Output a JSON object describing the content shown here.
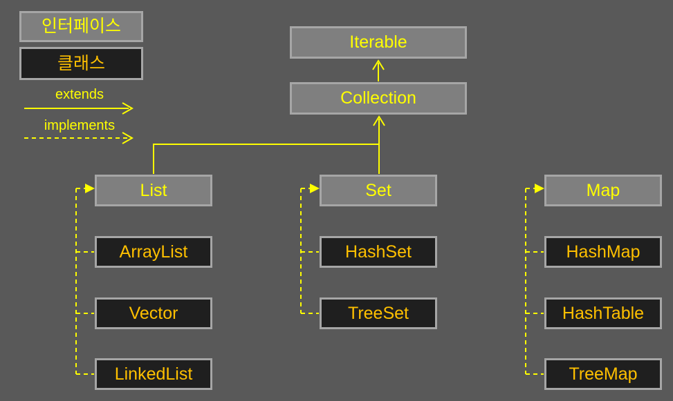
{
  "diagram": {
    "legend": {
      "interface_label": "인터페이스",
      "class_label": "클래스",
      "extends_label": "extends",
      "implements_label": "implements"
    },
    "nodes": {
      "iterable": {
        "label": "Iterable",
        "kind": "interface"
      },
      "collection": {
        "label": "Collection",
        "kind": "interface"
      },
      "list": {
        "label": "List",
        "kind": "interface"
      },
      "set": {
        "label": "Set",
        "kind": "interface"
      },
      "map": {
        "label": "Map",
        "kind": "interface"
      },
      "arraylist": {
        "label": "ArrayList",
        "kind": "class"
      },
      "vector": {
        "label": "Vector",
        "kind": "class"
      },
      "linkedlist": {
        "label": "LinkedList",
        "kind": "class"
      },
      "hashset": {
        "label": "HashSet",
        "kind": "class"
      },
      "treeset": {
        "label": "TreeSet",
        "kind": "class"
      },
      "hashmap": {
        "label": "HashMap",
        "kind": "class"
      },
      "hashtable": {
        "label": "HashTable",
        "kind": "class"
      },
      "treemap": {
        "label": "TreeMap",
        "kind": "class"
      }
    },
    "edges": [
      {
        "from": "Collection",
        "to": "Iterable",
        "type": "extends"
      },
      {
        "from": "List",
        "to": "Collection",
        "type": "extends"
      },
      {
        "from": "Set",
        "to": "Collection",
        "type": "extends"
      },
      {
        "from": "ArrayList",
        "to": "List",
        "type": "implements"
      },
      {
        "from": "Vector",
        "to": "List",
        "type": "implements"
      },
      {
        "from": "LinkedList",
        "to": "List",
        "type": "implements"
      },
      {
        "from": "HashSet",
        "to": "Set",
        "type": "implements"
      },
      {
        "from": "TreeSet",
        "to": "Set",
        "type": "implements"
      },
      {
        "from": "HashMap",
        "to": "Map",
        "type": "implements"
      },
      {
        "from": "HashTable",
        "to": "Map",
        "type": "implements"
      },
      {
        "from": "TreeMap",
        "to": "Map",
        "type": "implements"
      }
    ]
  },
  "colors": {
    "background": "#595959",
    "interface_fill": "#7f7f7f",
    "interface_border": "#a6a6a6",
    "class_fill": "#1f1f1f",
    "class_border": "#a6a6a6",
    "interface_text": "#ffff00",
    "class_text": "#ffc000",
    "line": "#ffff00"
  }
}
